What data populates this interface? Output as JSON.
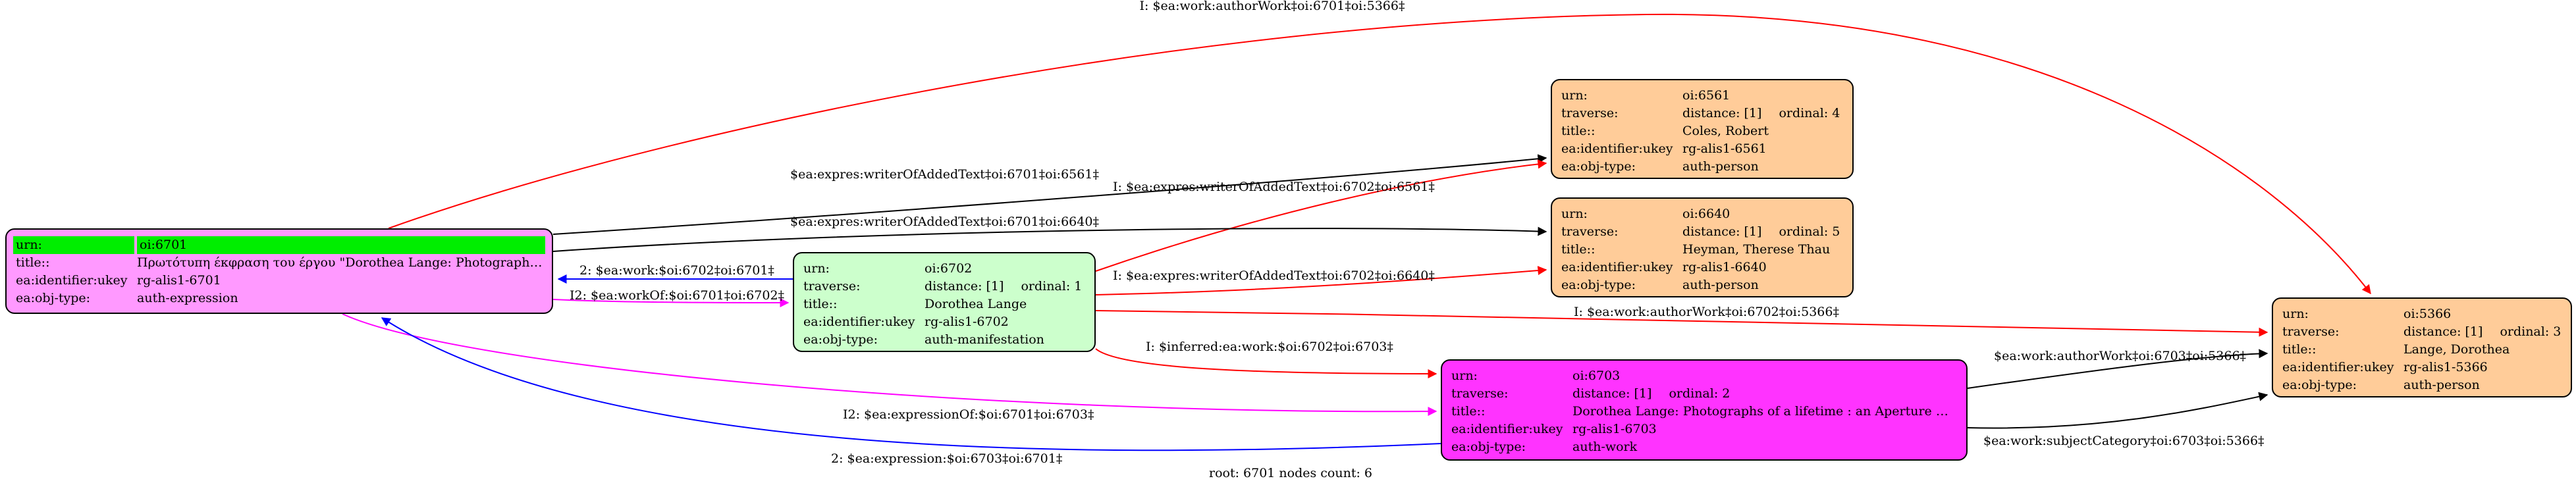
{
  "colors": {
    "expression": "#ff99ff",
    "person": "#ffcc99",
    "manifestation": "#ccffcc",
    "work": "#ff33ff",
    "highlight": "#00ee00",
    "edge_black": "#000000",
    "edge_red": "#ff0000",
    "edge_blue": "#0000ff",
    "edge_magenta": "#ff00ff"
  },
  "nodes": [
    {
      "id": "n6701",
      "type": "expression",
      "color": "#ff99ff",
      "highlight_first": true,
      "rows": [
        {
          "k": "urn:",
          "v": "oi:6701"
        },
        {
          "k": "title::",
          "v": "Πρωτότυπη έκφραση του έργου \"Dorothea Lange: Photographs o..."
        },
        {
          "k": "ea:identifier:ukey",
          "v": "rg-alis1-6701"
        },
        {
          "k": "ea:obj-type:",
          "v": "auth-expression"
        }
      ]
    },
    {
      "id": "n6702",
      "type": "manifestation",
      "color": "#ccffcc",
      "rows": [
        {
          "k": "urn:",
          "v": "oi:6702"
        },
        {
          "k": "traverse:",
          "v": "distance: [1]",
          "ord": "ordinal: 1"
        },
        {
          "k": "title::",
          "v": "Dorothea Lange"
        },
        {
          "k": "ea:identifier:ukey",
          "v": "rg-alis1-6702"
        },
        {
          "k": "ea:obj-type:",
          "v": "auth-manifestation"
        }
      ]
    },
    {
      "id": "n6561",
      "type": "person",
      "color": "#ffcc99",
      "rows": [
        {
          "k": "urn:",
          "v": "oi:6561"
        },
        {
          "k": "traverse:",
          "v": "distance: [1]",
          "ord": "ordinal: 4"
        },
        {
          "k": "title::",
          "v": "Coles, Robert"
        },
        {
          "k": "ea:identifier:ukey",
          "v": "rg-alis1-6561"
        },
        {
          "k": "ea:obj-type:",
          "v": "auth-person"
        }
      ]
    },
    {
      "id": "n6640",
      "type": "person",
      "color": "#ffcc99",
      "rows": [
        {
          "k": "urn:",
          "v": "oi:6640"
        },
        {
          "k": "traverse:",
          "v": "distance: [1]",
          "ord": "ordinal: 5"
        },
        {
          "k": "title::",
          "v": "Heyman, Therese Thau"
        },
        {
          "k": "ea:identifier:ukey",
          "v": "rg-alis1-6640"
        },
        {
          "k": "ea:obj-type:",
          "v": "auth-person"
        }
      ]
    },
    {
      "id": "n6703",
      "type": "work",
      "color": "#ff33ff",
      "rows": [
        {
          "k": "urn:",
          "v": "oi:6703"
        },
        {
          "k": "traverse:",
          "v": "distance: [1]",
          "ord": "ordinal: 2"
        },
        {
          "k": "title::",
          "v": "Dorothea Lange: Photographs of a lifetime : an Aperture mo..."
        },
        {
          "k": "ea:identifier:ukey",
          "v": "rg-alis1-6703"
        },
        {
          "k": "ea:obj-type:",
          "v": "auth-work"
        }
      ]
    },
    {
      "id": "n5366",
      "type": "person",
      "color": "#ffcc99",
      "rows": [
        {
          "k": "urn:",
          "v": "oi:5366"
        },
        {
          "k": "traverse:",
          "v": "distance: [1]",
          "ord": "ordinal: 3"
        },
        {
          "k": "title::",
          "v": "Lange, Dorothea"
        },
        {
          "k": "ea:identifier:ukey",
          "v": "rg-alis1-5366"
        },
        {
          "k": "ea:obj-type:",
          "v": "auth-person"
        }
      ]
    }
  ],
  "edges": [
    {
      "from": "n6701",
      "to": "n5366",
      "color": "#ff0000",
      "label": "I: $ea:work:authorWork‡oi:6701‡oi:5366‡"
    },
    {
      "from": "n6701",
      "to": "n6561",
      "color": "#000000",
      "label": "$ea:expres:writerOfAddedText‡oi:6701‡oi:6561‡"
    },
    {
      "from": "n6702",
      "to": "n6561",
      "color": "#ff0000",
      "label": "I: $ea:expres:writerOfAddedText‡oi:6702‡oi:6561‡"
    },
    {
      "from": "n6701",
      "to": "n6640",
      "color": "#000000",
      "label": "$ea:expres:writerOfAddedText‡oi:6701‡oi:6640‡"
    },
    {
      "from": "n6702",
      "to": "n6640",
      "color": "#ff0000",
      "label": "I: $ea:expres:writerOfAddedText‡oi:6702‡oi:6640‡"
    },
    {
      "from": "n6702",
      "to": "n6701",
      "color": "#0000ff",
      "label": "2: $ea:work:$oi:6702‡oi:6701‡"
    },
    {
      "from": "n6701",
      "to": "n6702",
      "color": "#ff00ff",
      "label": "I2: $ea:workOf:$oi:6701‡oi:6702‡"
    },
    {
      "from": "n6702",
      "to": "n5366",
      "color": "#ff0000",
      "label": "I: $ea:work:authorWork‡oi:6702‡oi:5366‡"
    },
    {
      "from": "n6702",
      "to": "n6703",
      "color": "#ff0000",
      "label": "I: $inferred:ea:work:$oi:6702‡oi:6703‡"
    },
    {
      "from": "n6701",
      "to": "n6703",
      "color": "#ff00ff",
      "label": "I2: $ea:expressionOf:$oi:6701‡oi:6703‡"
    },
    {
      "from": "n6703",
      "to": "n6701",
      "color": "#0000ff",
      "label": "2: $ea:expression:$oi:6703‡oi:6701‡"
    },
    {
      "from": "n6703",
      "to": "n5366",
      "color": "#000000",
      "label": "$ea:work:authorWork‡oi:6703‡oi:5366‡"
    },
    {
      "from": "n6703",
      "to": "n5366",
      "color": "#000000",
      "label": "$ea:work:subjectCategory‡oi:6703‡oi:5366‡"
    }
  ],
  "footer": "root: 6701 nodes count: 6"
}
